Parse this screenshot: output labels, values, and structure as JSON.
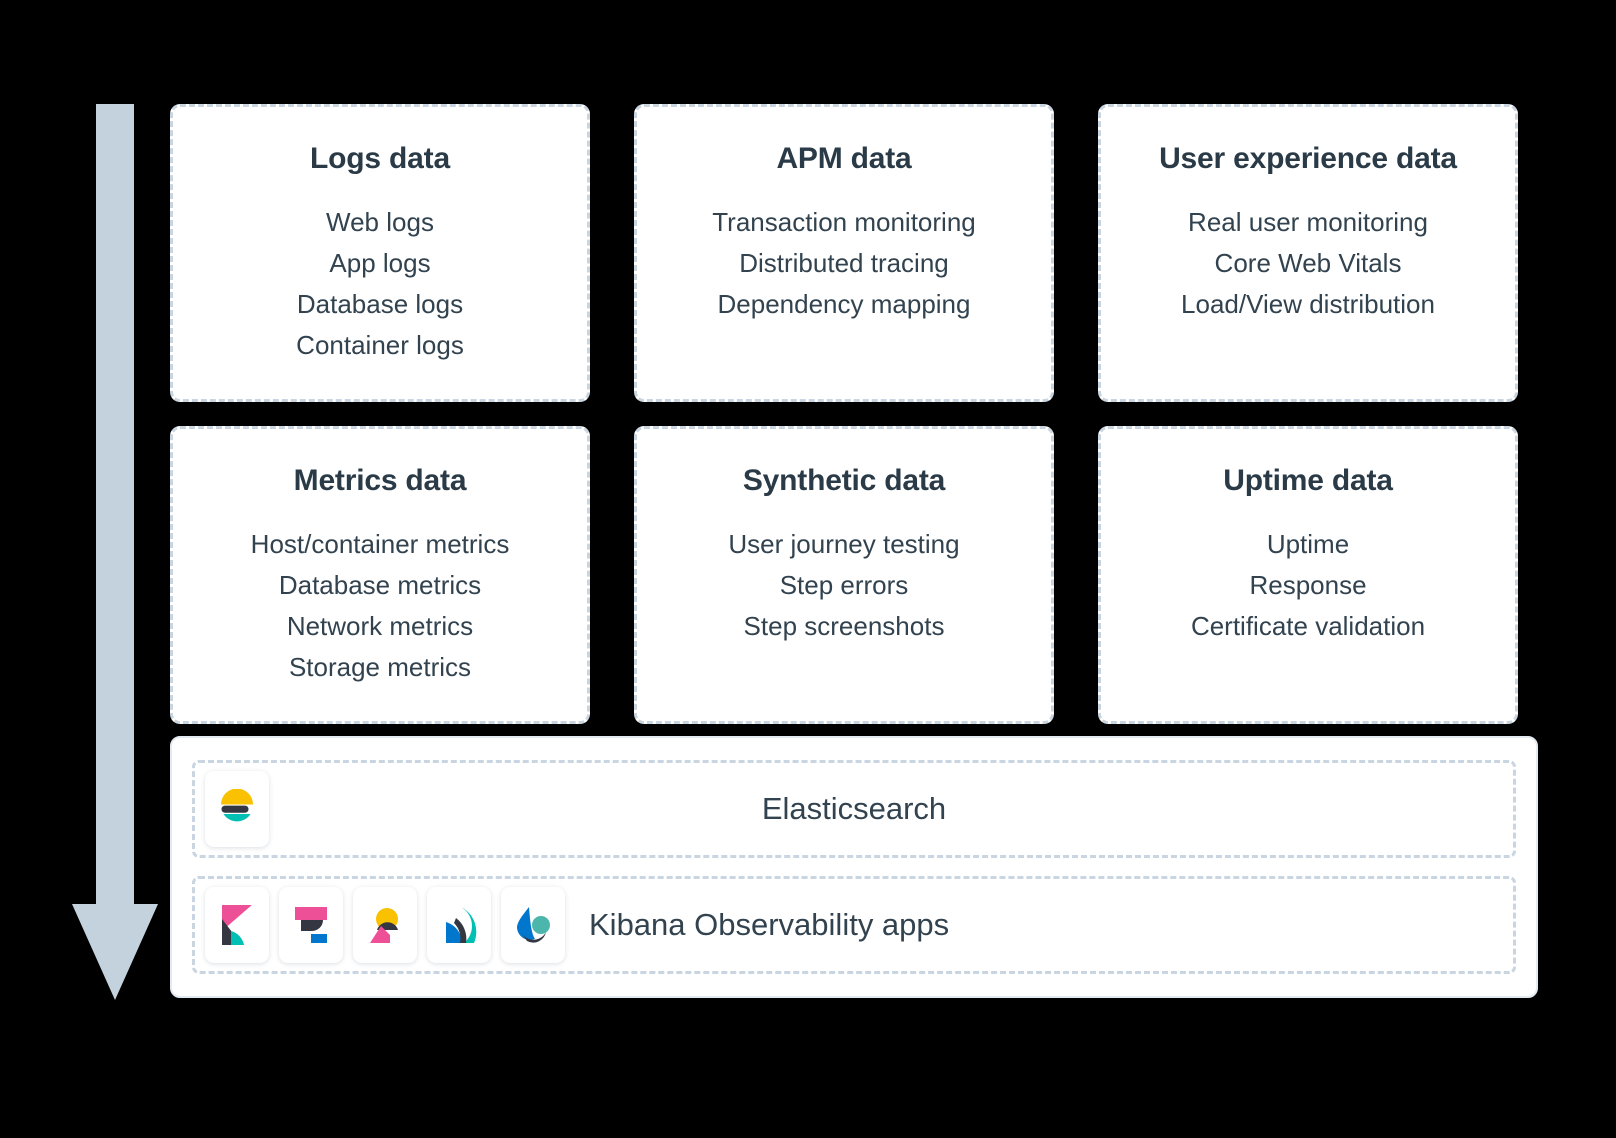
{
  "diagram": {
    "flow_arrow": {
      "name": "data-flow-arrow",
      "direction": "down",
      "color": "#c3d2dd"
    },
    "cards": [
      {
        "id": "logs-data",
        "title": "Logs data",
        "items": [
          "Web logs",
          "App logs",
          "Database logs",
          "Container logs"
        ]
      },
      {
        "id": "apm-data",
        "title": "APM data",
        "items": [
          "Transaction monitoring",
          "Distributed tracing",
          "Dependency mapping"
        ]
      },
      {
        "id": "user-experience-data",
        "title": "User experience data",
        "items": [
          "Real user monitoring",
          "Core Web Vitals",
          "Load/View distribution"
        ]
      },
      {
        "id": "metrics-data",
        "title": "Metrics data",
        "items": [
          "Host/container metrics",
          "Database metrics",
          "Network metrics",
          "Storage metrics"
        ]
      },
      {
        "id": "synthetic-data",
        "title": "Synthetic data",
        "items": [
          "User journey testing",
          "Step errors",
          "Step screenshots"
        ]
      },
      {
        "id": "uptime-data",
        "title": "Uptime data",
        "items": [
          "Uptime",
          "Response",
          "Certificate validation"
        ]
      }
    ],
    "platform": {
      "elasticsearch": {
        "label": "Elasticsearch",
        "icon": "elasticsearch-logo-icon"
      },
      "kibana": {
        "label": "Kibana Observability apps",
        "icons": [
          "kibana-logo-icon",
          "apm-app-icon",
          "logs-app-icon",
          "metrics-app-icon",
          "uptime-app-icon"
        ]
      }
    },
    "colors": {
      "background": "#000000",
      "card_background": "#ffffff",
      "dashed_border": "#c9d5e0",
      "text": "#32434f",
      "title_text": "#2a3b47",
      "arrow": "#c3d2dd",
      "elastic_yellow": "#f9c100",
      "elastic_teal": "#00bfb3",
      "elastic_navy": "#343741",
      "elastic_pink": "#ee5098",
      "elastic_blue": "#0077cc"
    }
  }
}
